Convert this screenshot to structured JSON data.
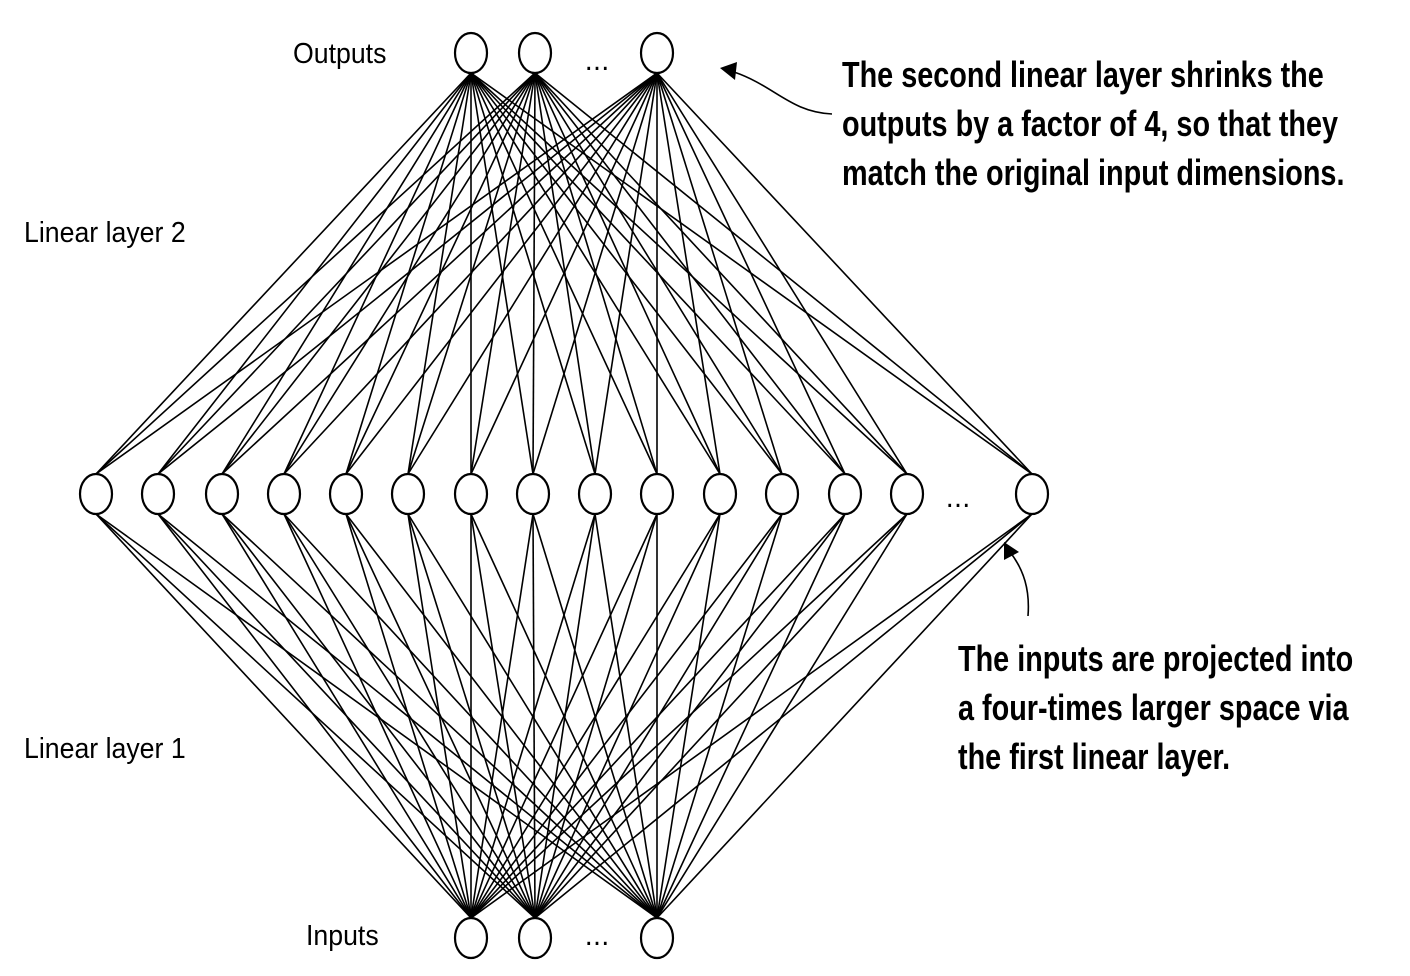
{
  "labels": {
    "outputs": "Outputs",
    "inputs": "Inputs",
    "layer2": "Linear layer 2",
    "layer1": "Linear layer 1"
  },
  "ellipsis": "...",
  "annotations": {
    "top": [
      "The second linear layer shrinks the",
      "outputs by a factor of 4, so that they",
      "match the original input dimensions."
    ],
    "bottom": [
      "The inputs are projected into",
      "a four-times larger space via",
      "the first linear layer."
    ]
  },
  "colors": {
    "stroke": "#000000",
    "node_fill": "#ffffff",
    "background": "#ffffff"
  }
}
